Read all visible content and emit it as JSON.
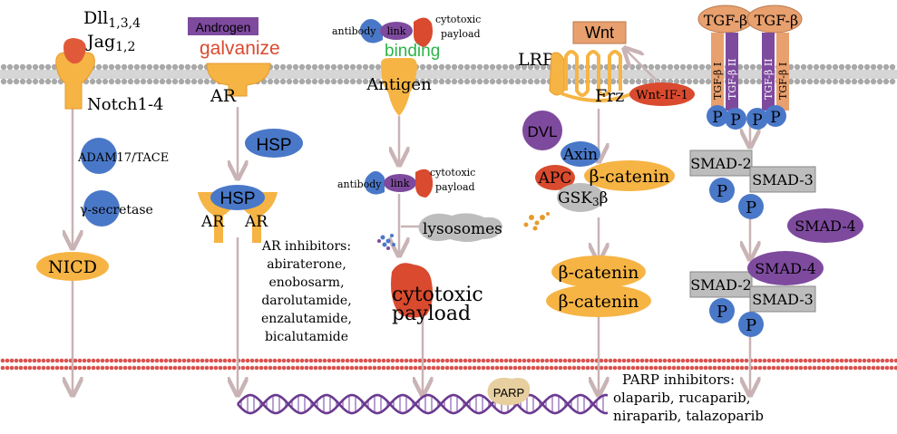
{
  "colors": {
    "orange": "#F6B444",
    "orange_dark": "#E79A2C",
    "blue": "#4A78C8",
    "purple": "#7E4A9E",
    "red": "#D94A2E",
    "gray": "#BDBDBD",
    "arrow": "#C9B3B5",
    "membrane_top": "#A9A9A9",
    "membrane_bottom": "#D9534F",
    "dna_a": "#6B3A8F",
    "dna_b": "#9A77C0"
  },
  "notch": {
    "ligand": "Dll",
    "ligand_sub": "1,3,4",
    "ligand2": "Jag",
    "ligand2_sub": "1,2",
    "receptor": "Notch1-4",
    "enzyme1": "ADAM17/TACE",
    "enzyme2": "γ-secretase",
    "product": "NICD"
  },
  "ar": {
    "ligand_box": "Androgen",
    "drug": "galvanize",
    "receptor": "AR",
    "hsp": "HSP",
    "hsp_complex": "HSP",
    "ar_left": "AR",
    "ar_right": "AR",
    "inhibitors_title": "AR inhibitors:",
    "inhibitors": [
      "abiraterone,",
      "enobosarm,",
      "darolutamide,",
      "enzalutamide,",
      "bicalutamide"
    ]
  },
  "adc": {
    "antibody": "antibody",
    "link": "link",
    "payload_line1": "cytotoxic",
    "payload_line2": "payload",
    "binding": "binding",
    "antigen": "Antigen",
    "lysosomes": "lysosomes",
    "released_line1": "cytotoxic",
    "released_line2": "payload"
  },
  "wnt": {
    "ligand": "Wnt",
    "lrp": "LRP",
    "frz": "Frz",
    "inhibitor": "Wnt-IF-1",
    "dvl": "DVL",
    "axin": "Axin",
    "apc": "APC",
    "gsk": "GSK",
    "gsk_sub": "3",
    "gsk_beta": "β",
    "complex_catenin": "β-catenin",
    "catenin1": "β-catenin",
    "catenin2": "β-catenin"
  },
  "tgf": {
    "ligand_left": "TGF-β",
    "ligand_right": "TGF-β",
    "receptor_i": "TGF-β I",
    "receptor_ii": "TGF-β II",
    "p": "P",
    "smad2": "SMAD-2",
    "smad3": "SMAD-3",
    "smad4": "SMAD-4",
    "smad2b": "SMAD-2",
    "smad3b": "SMAD-3",
    "smad4b": "SMAD-4"
  },
  "parp": {
    "enzyme": "PARP",
    "inhibitors_title": "PARP inhibitors:",
    "inhibitors": [
      "olaparib, rucaparib,",
      "niraparib, talazoparib"
    ]
  }
}
